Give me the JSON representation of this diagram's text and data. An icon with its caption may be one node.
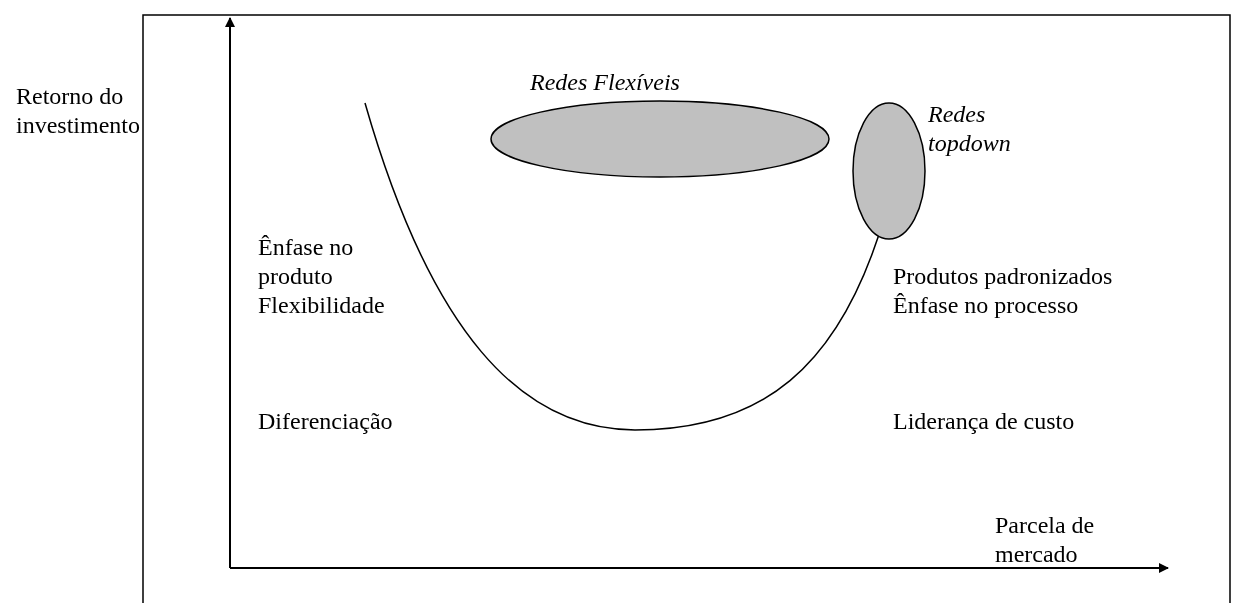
{
  "diagram": {
    "nodes": [
      {
        "text": [
          "Redes Flexíveis"
        ]
      },
      {
        "text": [
          "Redes topdown"
        ]
      }
    ],
    "edges": [],
    "labels": [
      "Retorno do investimento",
      "Ênfase no produto",
      "Flexibilidade",
      "Produtos padronizados",
      "Ênfase no processo",
      "Diferenciação",
      "Liderança de custo",
      "Parcela de mercado"
    ]
  }
}
